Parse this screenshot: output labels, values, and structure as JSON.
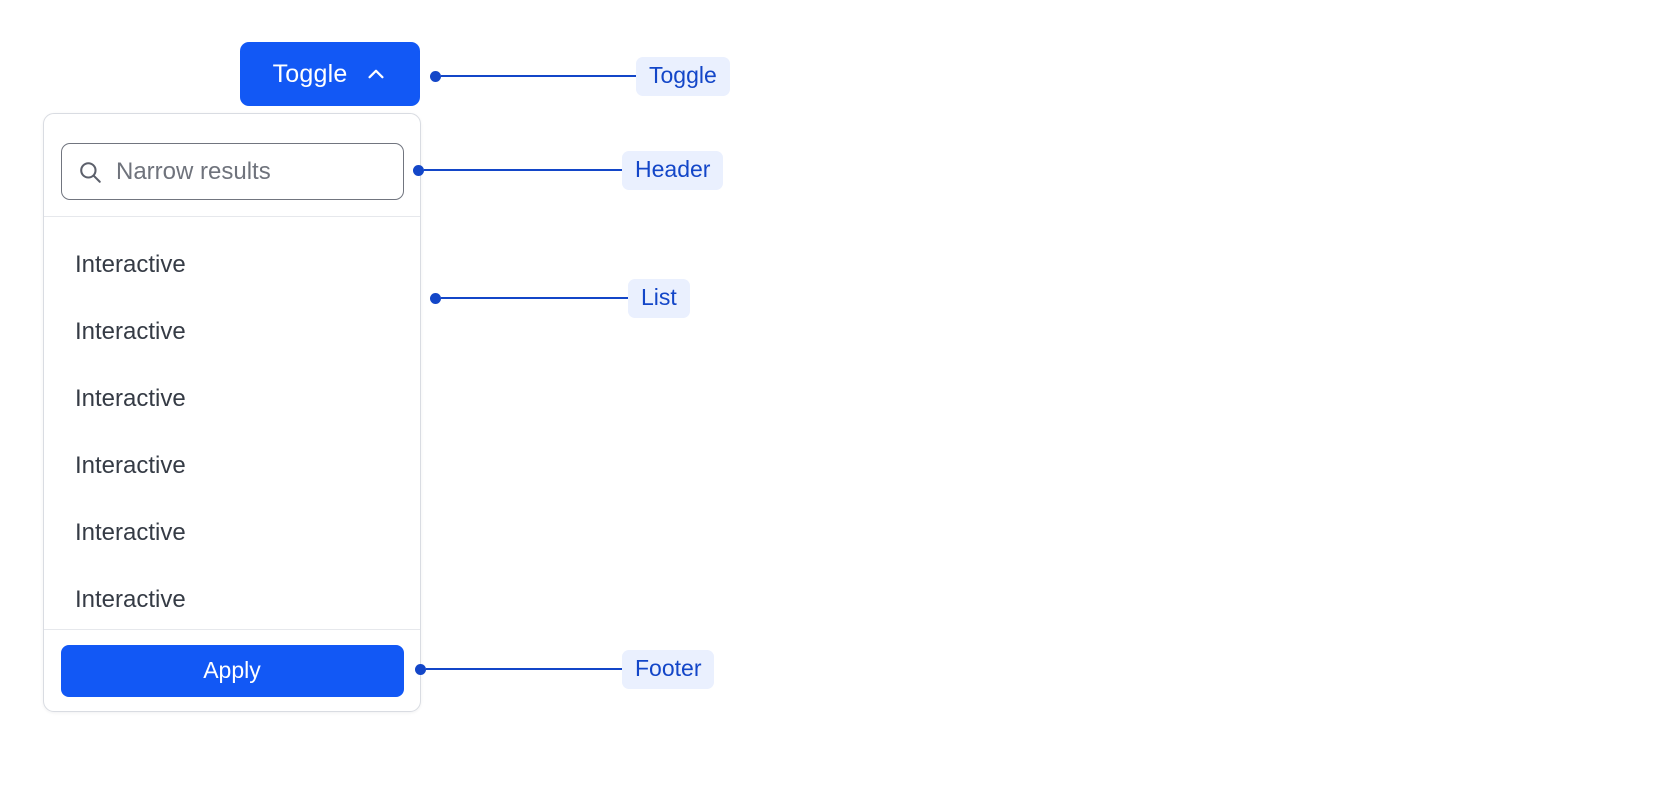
{
  "page": {
    "background_color": "#ffffff",
    "accent_color": "#1258f5",
    "annotation_color": "#1346c8",
    "annotation_background": "#eaf0fe"
  },
  "toggle": {
    "label": "Toggle",
    "icon": "chevron-up-icon",
    "expanded": "true",
    "background_color": "#1258f5",
    "text_color": "#ffffff"
  },
  "panel": {
    "header": {
      "search": {
        "placeholder": "Narrow results",
        "value": "",
        "icon": "search-icon"
      }
    },
    "list": {
      "items": [
        {
          "label": "Interactive"
        },
        {
          "label": "Interactive"
        },
        {
          "label": "Interactive"
        },
        {
          "label": "Interactive"
        },
        {
          "label": "Interactive"
        },
        {
          "label": "Interactive"
        }
      ]
    },
    "footer": {
      "apply_label": "Apply",
      "background_color": "#1258f5"
    }
  },
  "annotations": [
    {
      "label": "Toggle"
    },
    {
      "label": "Header"
    },
    {
      "label": "List"
    },
    {
      "label": "Footer"
    }
  ]
}
